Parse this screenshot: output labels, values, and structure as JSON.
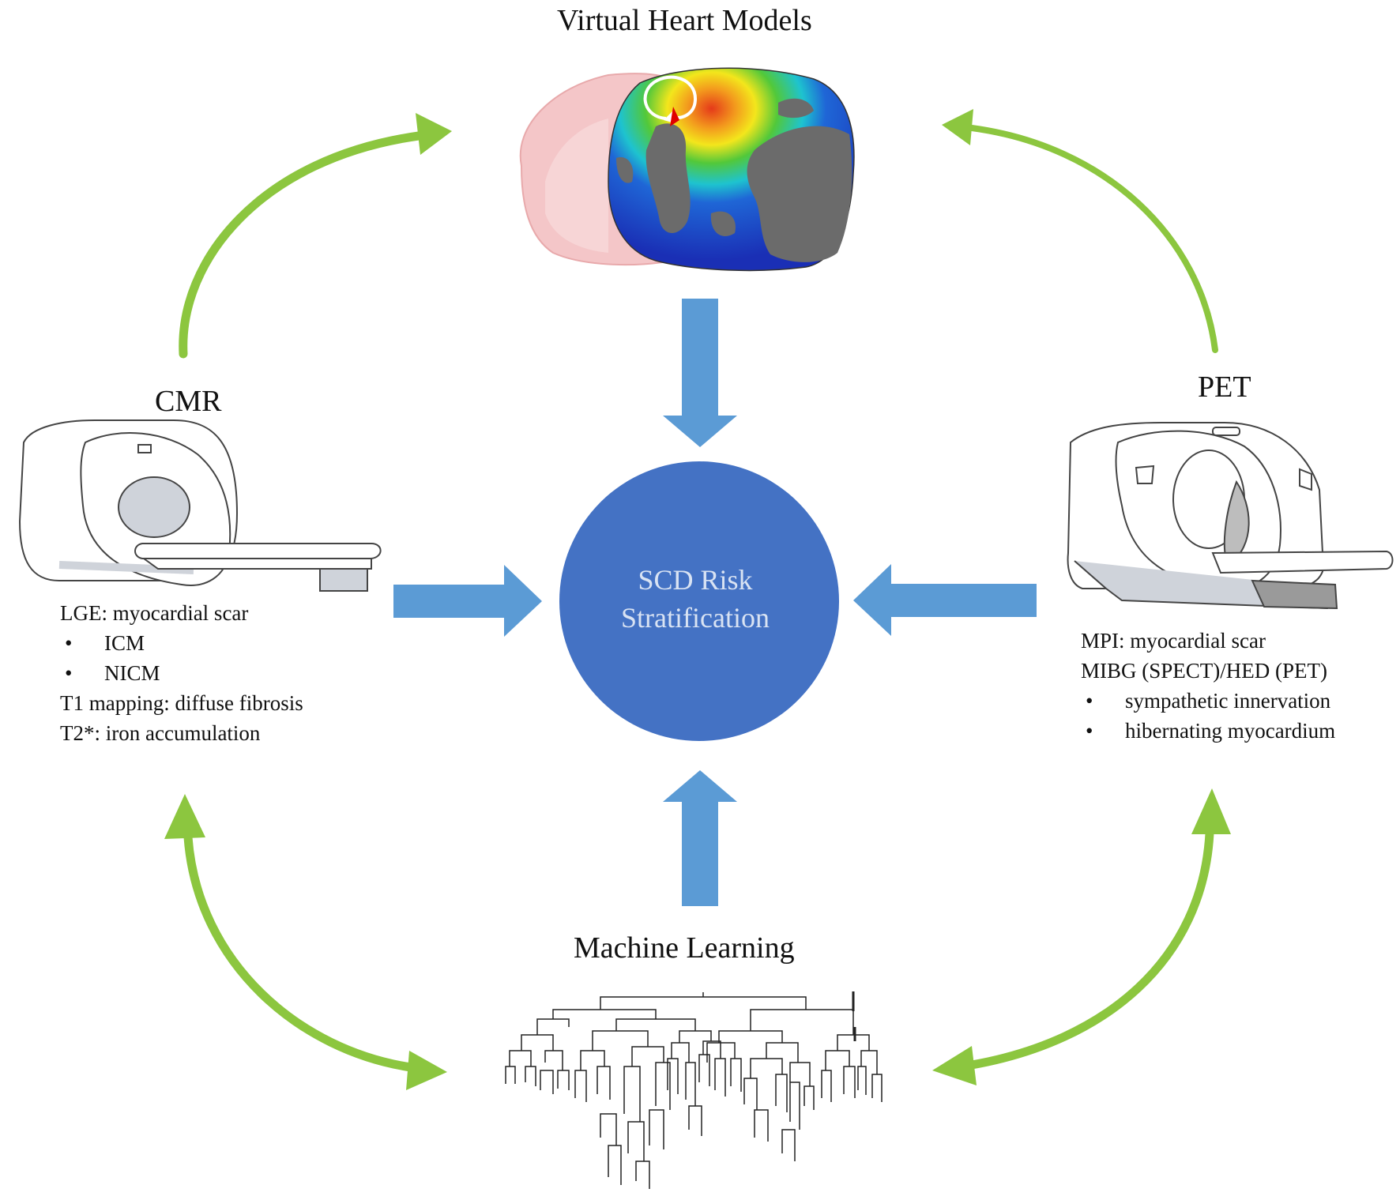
{
  "colors": {
    "green_arrow": "#8cc63f",
    "blue_arrow": "#5b9bd5",
    "center_fill": "#4472c4",
    "center_text": "#dde6f4"
  },
  "nodes": {
    "top": {
      "title": "Virtual Heart Models",
      "icon": "heart-model-icon"
    },
    "left": {
      "title": "CMR",
      "icon": "mri-scanner-icon",
      "lines": [
        {
          "bullet": "",
          "text": "LGE: myocardial scar"
        },
        {
          "bullet": "•",
          "text": "ICM"
        },
        {
          "bullet": "•",
          "text": "NICM"
        },
        {
          "bullet": "",
          "text": "T1 mapping: diffuse fibrosis"
        },
        {
          "bullet": "",
          "text": "T2*: iron accumulation"
        }
      ]
    },
    "right": {
      "title": "PET",
      "icon": "pet-scanner-icon",
      "lines": [
        {
          "bullet": "",
          "text": "MPI: myocardial scar"
        },
        {
          "bullet": "",
          "text": "MIBG (SPECT)/HED (PET)"
        },
        {
          "bullet": "•",
          "text": "sympathetic innervation"
        },
        {
          "bullet": "•",
          "text": "hibernating myocardium"
        }
      ]
    },
    "bottom": {
      "title": "Machine Learning",
      "icon": "dendrogram-icon"
    }
  },
  "center": {
    "line1": "SCD Risk",
    "line2": "Stratification"
  }
}
